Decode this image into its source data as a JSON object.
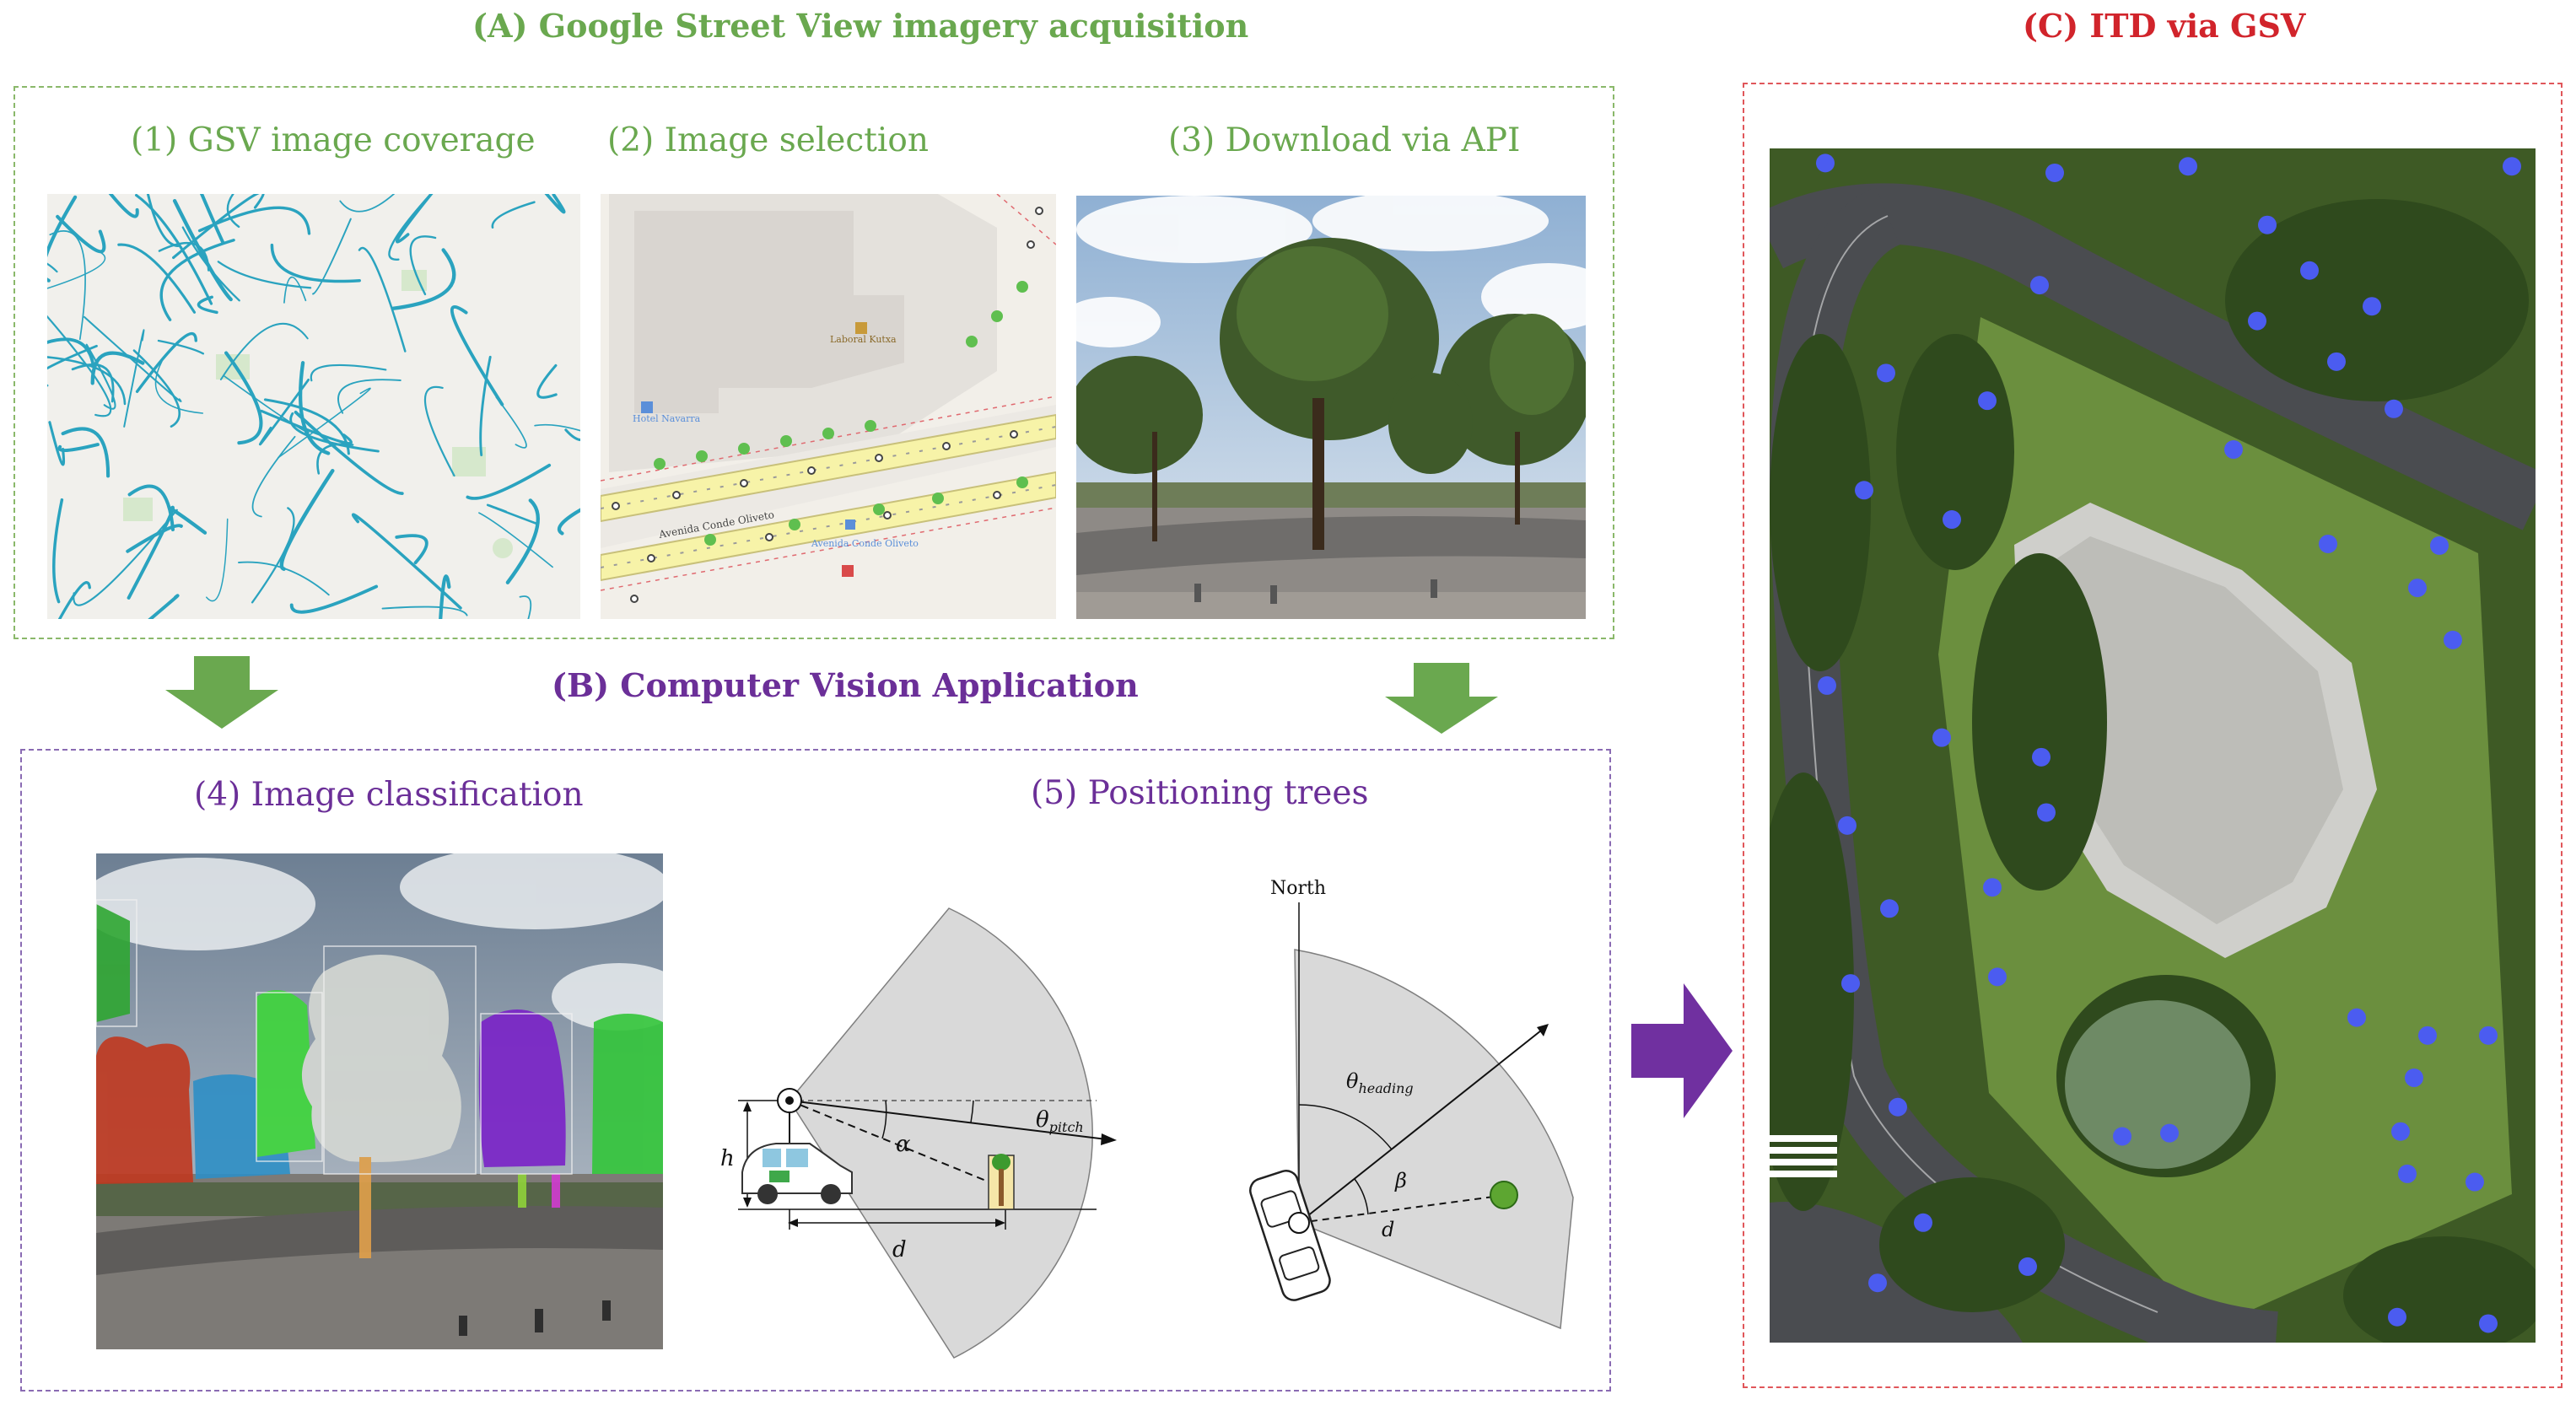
{
  "section_a": {
    "title": "(A) Google Street View imagery acquisition",
    "step1": "(1) GSV image coverage",
    "step2": "(2) Image selection",
    "step3": "(3) Download via API"
  },
  "section_b": {
    "title": "(B) Computer Vision Application",
    "step4": "(4) Image classification",
    "step5": "(5) Positioning trees"
  },
  "section_c": {
    "title": "(C) ITD via GSV"
  },
  "map_labels": {
    "hotel": "Hotel Navarra",
    "lab": "Laboral Kutxa",
    "street": "Avenida Conde Oliveto",
    "stop": "Avenida Conde Oliveto"
  },
  "pitch_diagram": {
    "h": "h",
    "d": "d",
    "alpha": "α",
    "theta": "θ",
    "theta_sub": "pitch"
  },
  "heading_diagram": {
    "north": "North",
    "theta": "θ",
    "theta_sub": "heading",
    "beta": "β",
    "d": "d"
  },
  "colors": {
    "green": "#6aa84f",
    "purple": "#6b2f98",
    "red": "#d1242b",
    "arrow_green": "#6aa84f",
    "arrow_purple": "#7030a0",
    "tree_dot": "#4b5cf0"
  }
}
